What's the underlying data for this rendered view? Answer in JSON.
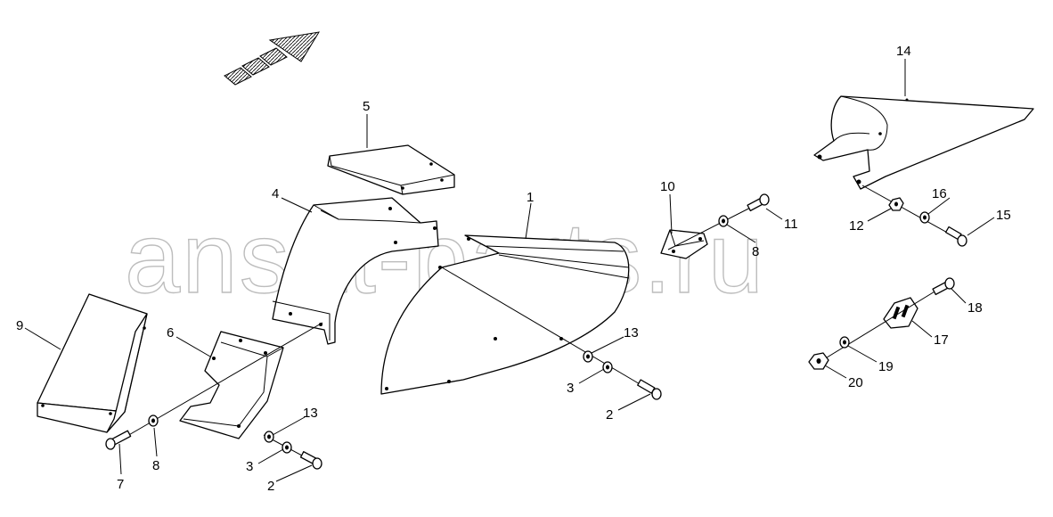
{
  "watermark": "ansat-parts.ru",
  "labels": {
    "p1": "1",
    "p2a": "2",
    "p2b": "2",
    "p3a": "3",
    "p3b": "3",
    "p4": "4",
    "p5": "5",
    "p6": "6",
    "p7": "7",
    "p8a": "8",
    "p8b": "8",
    "p9": "9",
    "p10": "10",
    "p11": "11",
    "p12": "12",
    "p13a": "13",
    "p13b": "13",
    "p14": "14",
    "p15": "15",
    "p16": "16",
    "p17": "17",
    "p18": "18",
    "p19": "19",
    "p20": "20"
  }
}
